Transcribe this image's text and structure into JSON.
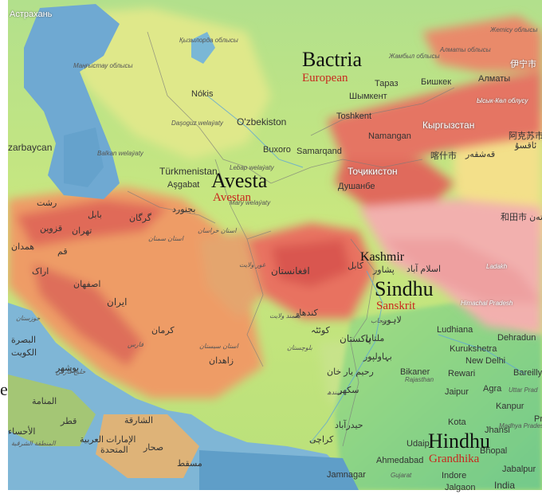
{
  "edge_text": "e",
  "historical_regions": [
    {
      "name": "Bactria",
      "language": "European"
    },
    {
      "name": "Avesta",
      "language": "Avestan"
    },
    {
      "name": "Sindhu",
      "language": "Sanskrit"
    },
    {
      "name": "Hindhu",
      "language": "Grandhika"
    }
  ],
  "kashmir": "Kashmir",
  "cities": {
    "astrakhan": "Астрахань",
    "nokis": "Nókis",
    "ozbekiston": "O'zbekiston",
    "buxoro": "Buxoro",
    "samarqand": "Samarqand",
    "toshkent": "Toshkent",
    "taraz": "Тараз",
    "shymkent": "Шымкент",
    "bishkek": "Бишкек",
    "almaty": "Алматы",
    "namangan": "Namangan",
    "kyrgyzstan": "Кыргызстан",
    "kashgar": "喀什市",
    "kashgar_ug": "قەشقەر",
    "tajikistan": "Тоҷикистон",
    "dushanbe": "Душанбе",
    "turkmenistan": "Türkmenistan",
    "ashgabat": "Aşgabat",
    "azerbaycan": "zarbaycan",
    "hotan": "和田市 خوتەن",
    "yining": "伊宁市",
    "aksu": "阿克苏市",
    "aksu_ug": "ئاقسۇ",
    "ludhiana": "Ludhiana",
    "kurukshetra": "Kurukshetra",
    "dehradun": "Dehradun",
    "new_delhi": "New Delhi",
    "bareilly": "Bareilly",
    "bikaner": "Bikaner",
    "rewari": "Rewari",
    "jaipur": "Jaipur",
    "agra": "Agra",
    "kanpur": "Kanpur",
    "kota": "Kota",
    "jhansi": "Jhansi",
    "bhopal": "Bhopal",
    "indore": "Indore",
    "jabalpur": "Jabalpur",
    "ahmedabad": "Ahmedabad",
    "udaipur": "Udaip",
    "jamnagar": "Jamnagar",
    "india": "India",
    "jalgaon": "Jalgaon",
    "pra": "Pra",
    "lahore": "لاہور",
    "kabul": "کابل",
    "afghanistan": "افغانستان",
    "pakistan": "پاکستان",
    "quetta": "کوئٹہ",
    "kandahar": "کندهار",
    "multan": "ملتان",
    "bahawalpur": "بہاولپور",
    "karachi": "کراچی",
    "hyderabad": "حیدرآباد",
    "sukkur": "سکھر",
    "rahim_yar_khan": "رحیم یار خان",
    "islamabad": "اسلام آباد",
    "peshawar": "پشاور",
    "iran": "ایران",
    "tehran": "تهران",
    "isfahan": "اصفهان",
    "kerman": "کرمان",
    "zahedan": "زاهدان",
    "rasht": "رشت",
    "qazvin": "قزوین",
    "hamadan": "همدان",
    "arak": "اراک",
    "qom": "قم",
    "gorgan": "گرگان",
    "babol": "بابل",
    "bojnurd": "بجنورد",
    "mashhad_prov": "استان خراسان",
    "semnan_prov": "استان سمنان",
    "sistan_prov": "استان سیستان",
    "bushehr": "بوشهر",
    "uae": "الإمارات العربية",
    "uae2": "المتحدة",
    "sharjah": "الشارقة",
    "muscat": "مسقط",
    "sohar": "صحار",
    "qatar": "قطر",
    "manama": "المنامة",
    "ahsa": "الأحساء",
    "eastern_prov": "المنطقة الشرقية",
    "kuwait": "الكويت",
    "basra": "البصرة"
  },
  "regions_italic": {
    "mangystau": "Маңғыстау облысы",
    "kyzylorda": "Қызылорда облысы",
    "zhambyl": "Жамбыл облысы",
    "almaty_obl": "Алматы облысы",
    "zhetysu": "Жетісу облысы",
    "dasoguz": "Daşoguz welaýaty",
    "balkan": "Balkan welaýaty",
    "lebap": "Lebap welaýaty",
    "mary": "Mary welaýaty",
    "issyk_kul": "Ысык-Көл облусу",
    "ladakh": "Ladakh",
    "himachal": "Himachal Pradesh",
    "punjab": "پنجاب",
    "rajasthan": "Rajasthan",
    "uttar_pradesh": "Uttar Prad",
    "madhya_pradesh": "Madhya Pradesh",
    "gujarat": "Gujarat",
    "balochistan": "بلوچستان",
    "sindh": "سندھ",
    "helmand": "هلمند ولايت",
    "ghor": "غور ولايت",
    "khuzestan": "خوزستان",
    "fars": "فارس",
    "persian_gulf": "خليج فارس"
  },
  "colors": {
    "sea": "#7fb6d6",
    "deep_sea": "#5f9ec8",
    "lowland": "#a6dc7e",
    "plain": "#cfe67a",
    "highland": "#f0a56a",
    "mountain": "#e36a5a",
    "peak": "#f2b8b8",
    "desert": "#f3e08a",
    "language_red": "#c8281e"
  }
}
